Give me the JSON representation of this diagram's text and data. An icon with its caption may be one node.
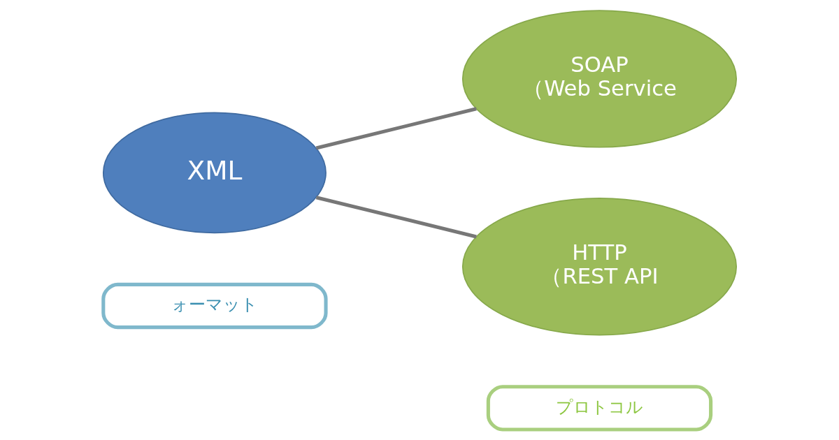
{
  "diagram": {
    "nodes": [
      {
        "text": [
          "ォーマット"
        ]
      },
      {
        "text": [
          "プロトコル"
        ]
      },
      {
        "text": [
          "XML"
        ]
      },
      {
        "text": [
          "SOAP",
          "（Web Service"
        ]
      },
      {
        "text": [
          "HTTP",
          "（REST API"
        ]
      }
    ],
    "edges": [
      {
        "from": 2,
        "to": 3,
        "arrow": "none"
      },
      {
        "from": 2,
        "to": 4,
        "arrow": "none"
      }
    ]
  }
}
